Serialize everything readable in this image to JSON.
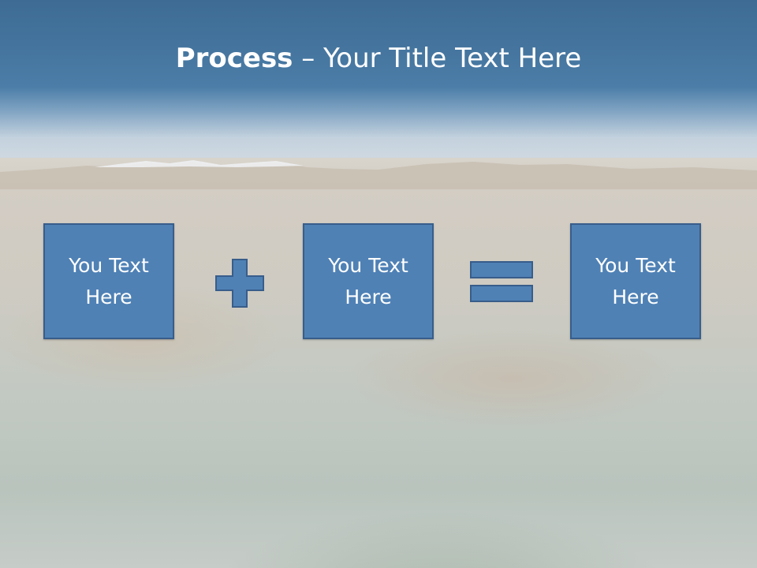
{
  "slide": {
    "title_bold": "Process",
    "title_rest": " – Your Title Text Here"
  },
  "boxes": [
    {
      "line1": "You Text",
      "line2": "Here"
    },
    {
      "line1": "You Text",
      "line2": "Here"
    },
    {
      "line1": "You Text",
      "line2": "Here"
    }
  ],
  "operators": [
    "plus-icon",
    "equals-icon"
  ],
  "colors": {
    "box_fill": "#4f81b5",
    "box_border": "#385d8a",
    "title_band": "#3d6b93",
    "text": "#ffffff"
  }
}
